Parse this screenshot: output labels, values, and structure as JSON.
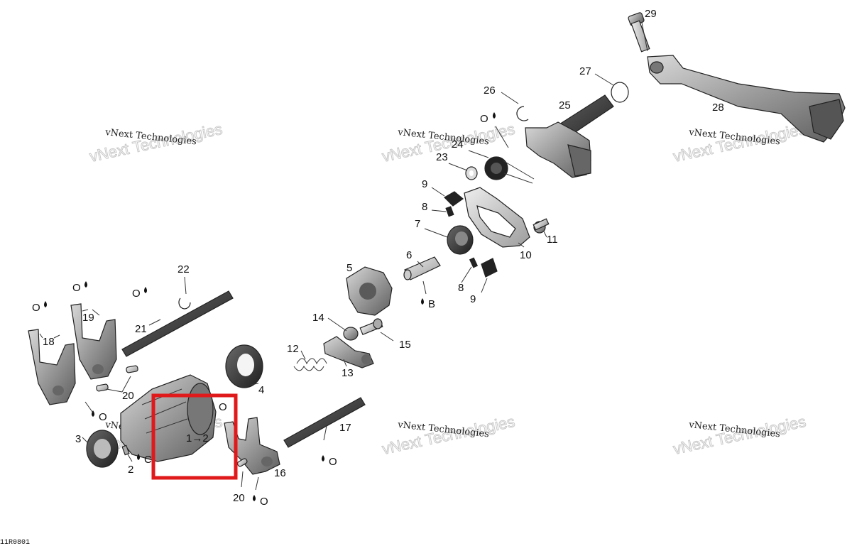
{
  "diagram": {
    "figure_code": "11R0801",
    "watermark_top": "vNext Technologies",
    "watermark_big": "vNext Technologies",
    "callouts": {
      "c2": "2",
      "c3": "3",
      "c4": "4",
      "c5": "5",
      "c6": "6",
      "c7": "7",
      "c8a": "8",
      "c8b": "8",
      "c9a": "9",
      "c9b": "9",
      "c10": "10",
      "c11": "11",
      "c12": "12",
      "c13": "13",
      "c14": "14",
      "c15": "15",
      "c16": "16",
      "c17": "17",
      "c18": "18",
      "c19": "19",
      "c20a": "20",
      "c20b": "20",
      "c21": "21",
      "c22": "22",
      "c23": "23",
      "c24": "24",
      "c25": "25",
      "c26": "26",
      "c27": "27",
      "c28": "28",
      "c29": "29"
    },
    "notes": {
      "oil_o": "O",
      "oil_b": "B",
      "oil_c": "C",
      "shift_1_2": "1→2"
    },
    "highlight_color": "#e0191b"
  }
}
